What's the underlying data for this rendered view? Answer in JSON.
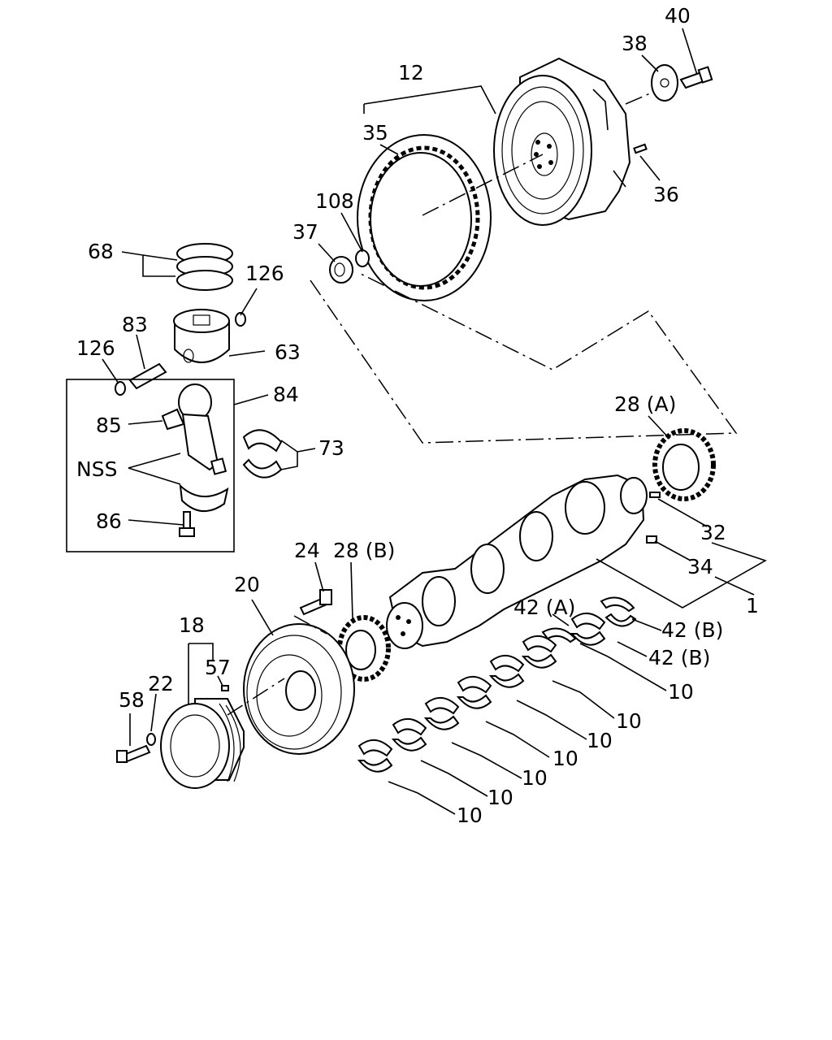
{
  "labels": {
    "l40": "40",
    "l38": "38",
    "l12": "12",
    "l35": "35",
    "l108": "108",
    "l37": "37",
    "l36": "36",
    "l68": "68",
    "l126a": "126",
    "l83": "83",
    "l126b": "126",
    "l63": "63",
    "l84": "84",
    "l85": "85",
    "l73": "73",
    "lnss": "NSS",
    "l86": "86",
    "l28a": "28 (A)",
    "l32": "32",
    "l34": "34",
    "l1": "1",
    "l24": "24",
    "l28b": "28 (B)",
    "l20": "20",
    "l18": "18",
    "l57": "57",
    "l58": "58",
    "l22": "22",
    "l42a": "42 (A)",
    "l42b1": "42 (B)",
    "l42b2": "42 (B)",
    "l10a": "10",
    "l10b": "10",
    "l10c": "10",
    "l10d": "10",
    "l10e": "10",
    "l10f": "10",
    "l10g": "10"
  }
}
